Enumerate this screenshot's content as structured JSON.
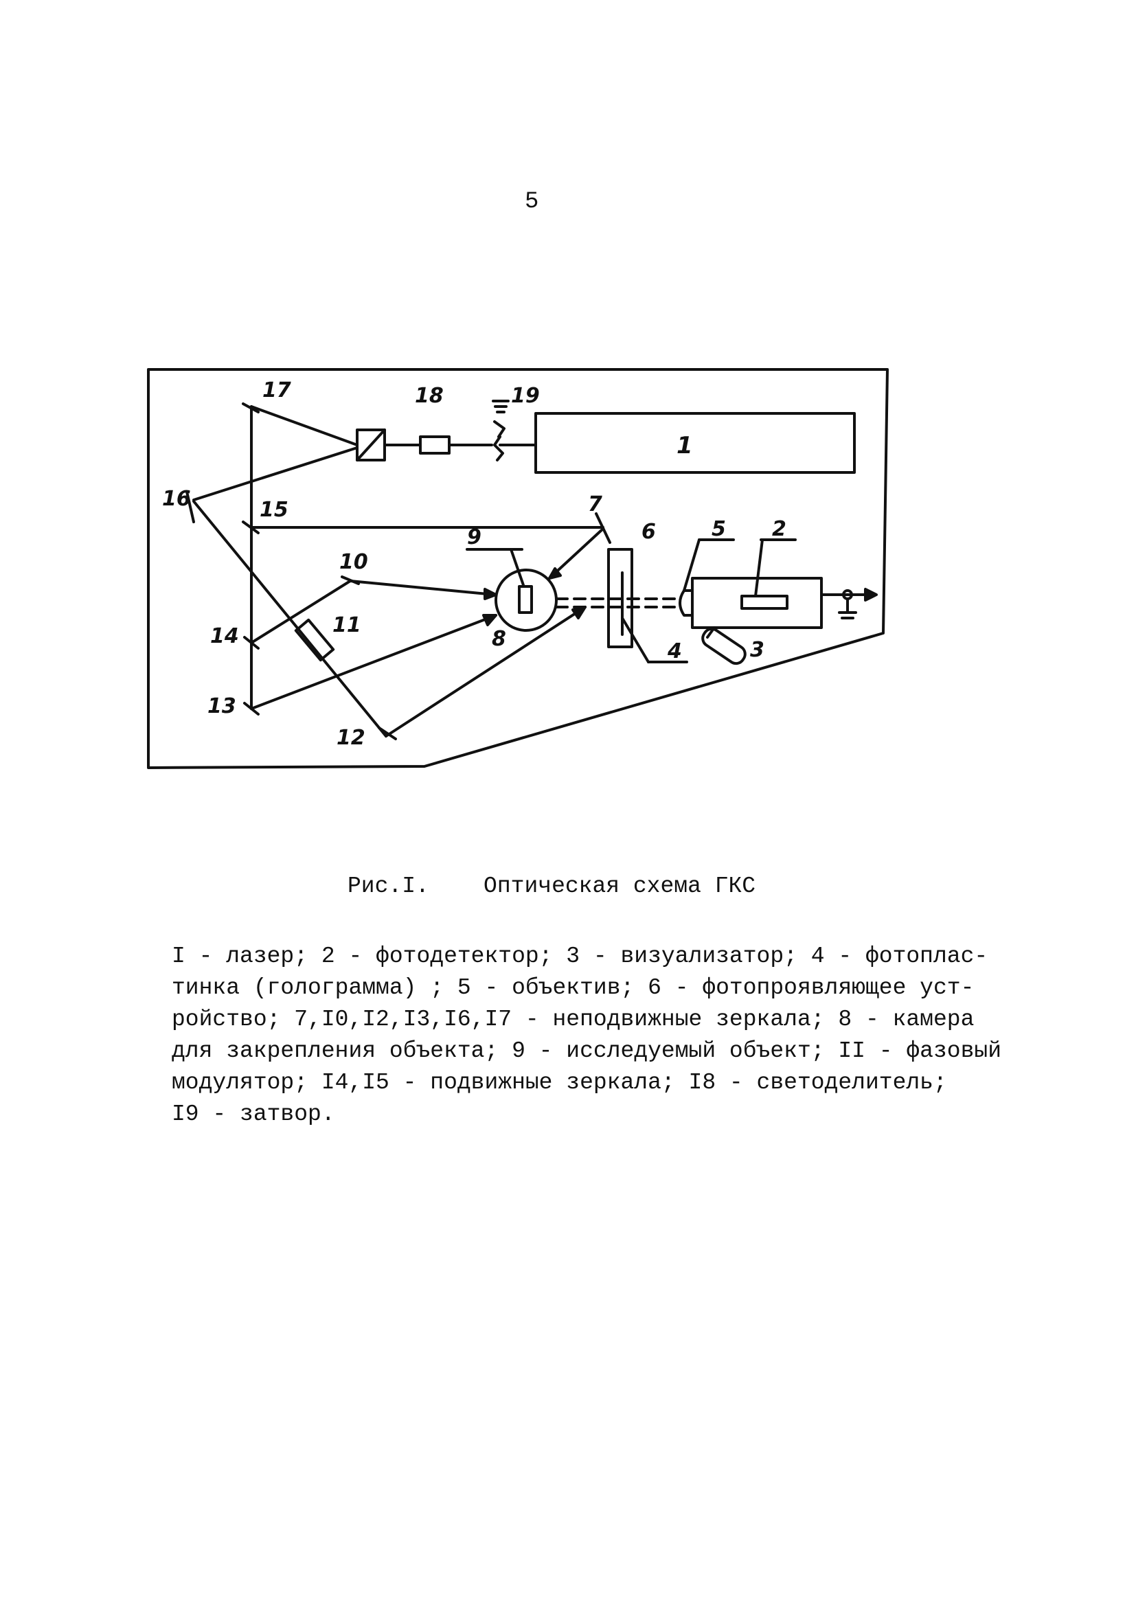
{
  "page": {
    "number": "5"
  },
  "figure": {
    "labels": {
      "l1": "1",
      "l2": "2",
      "l3": "3",
      "l4": "4",
      "l5": "5",
      "l6": "6",
      "l7": "7",
      "l8": "8",
      "l9": "9",
      "l10": "10",
      "l11": "11",
      "l12": "12",
      "l13": "13",
      "l14": "14",
      "l15": "15",
      "l16": "16",
      "l17": "17",
      "l18": "18",
      "l19": "19"
    }
  },
  "caption": {
    "fig_no": "Рис.I.",
    "title": "Оптическая схема ГКС"
  },
  "legend": {
    "lines": [
      "I - лазер; 2 - фотодетектор; 3 - визуализатор;  4 - фотоплас-",
      "тинка (голограмма) ; 5 - объектив; 6 - фотопроявляющее уст-",
      "ройство; 7,I0,I2,I3,I6,I7 - неподвижные зеркала; 8 - камера",
      "для закрепления объекта; 9 - исследуемый объект; II - фазовый",
      "модулятор; I4,I5 - подвижные зеркала; I8 - светоделитель;",
      "I9 - затвор."
    ]
  }
}
